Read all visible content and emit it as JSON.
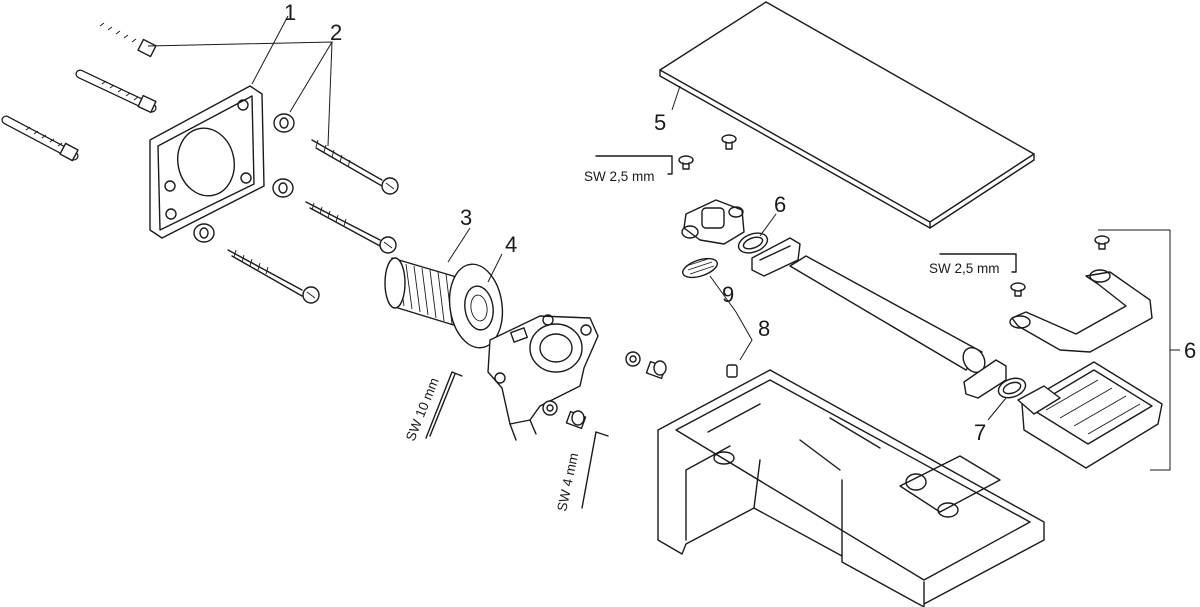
{
  "callouts": {
    "c1": "1",
    "c2": "2",
    "c3": "3",
    "c4": "4",
    "c5": "5",
    "c6a": "6",
    "c6b": "6",
    "c7": "7",
    "c8": "8",
    "c9": "9"
  },
  "tools": {
    "sw25_top": "SW 2,5 mm",
    "sw25_right": "SW 2,5 mm",
    "sw10": "SW 10 mm",
    "sw4": "SW 4 mm"
  }
}
